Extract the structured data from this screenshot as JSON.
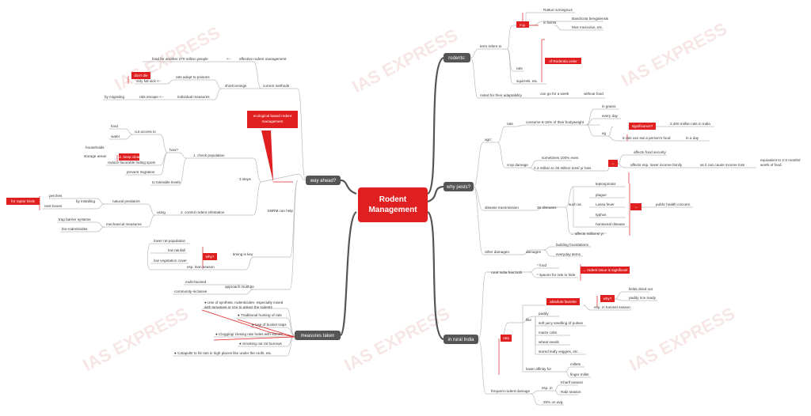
{
  "watermark": "IAS EXPRESS",
  "central": {
    "line1": "Rodent",
    "line2": "Management"
  },
  "right": {
    "rodents": {
      "label": "rodents:",
      "term_refers_to": "term refers to",
      "eg": "e.g.",
      "rattus": "Rattus norvegicus",
      "in_farms": "in farms",
      "bandicota": "Bandicota bengalensis",
      "mus": "Mus musculus, etc.",
      "rats": "rats",
      "squirrels": "squirrels, etc.",
      "of_order": "of Rodentia order",
      "noted": "noted for their adaptability",
      "can_go": "can go for a week",
      "without_food": "without food"
    },
    "why_pests": {
      "label": "why pests?",
      "agri": "agri:",
      "rats": "rats",
      "consume": "consume 8-15% of their bodyweight",
      "in_grains": "in grains",
      "every_day": "every day",
      "eg": "eg",
      "significance": "significance?",
      "million_rats": "2,400 million rats in India",
      "six_rats": "6 rats can eat a person's food",
      "in_a_day": "in a day",
      "crop_damage": "crop damage",
      "sometimes": "sometimes 100% even",
      "loss": "2.4 million to 26 million tons/ yr loss",
      "arrow": "→",
      "food_security": "affects food security",
      "low_income": "affects esp. lower income family",
      "cause_loss": "as it can cause income loss",
      "equivalent": "equivalent to 2-3 months' worth of food",
      "disease": "disease transmission",
      "diseases_count": "35 diseases",
      "such_as": "such as",
      "d1": "leptospirosis",
      "d2": "plague",
      "d3": "Lassa fever",
      "d4": "typhus",
      "d5": "hantaviral disease",
      "millions": "→ affects millions/ yr",
      "public_health": "public health concern",
      "other": "other damages:",
      "damages": "damages",
      "buildings": "building foundations",
      "everyday": "everyday items"
    },
    "rural": {
      "label": "in rural India",
      "has_both": "rural India has both",
      "food": "* food",
      "spaces": "* spaces for rats to hide",
      "significant": "→ rodent issue is significant",
      "rats": "rats",
      "absolute": "absolute favorite",
      "why": "why?",
      "fields_dried": "fields dried out",
      "paddy_ready": "paddy rice ready",
      "esp_harvest": "esp. in harvest season",
      "like": "like",
      "paddy": "paddy",
      "soft_juicy": "soft juicy seedling of pulses",
      "maize": "maize cobs",
      "wheat": "wheat seeds",
      "stored": "stored leafy veggies, etc.",
      "lower_affinity": "lower affinity for",
      "millets": "millets",
      "finger": "finger millet",
      "frequent": "frequent rodent damage",
      "esp_in": "esp. in",
      "kharif": "Kharif season",
      "rabi": "Rabi season",
      "avg": "25% on avg."
    }
  },
  "left": {
    "way": {
      "label": "way ahead?",
      "current": "current methods",
      "effective": "effective rodent management",
      "arrow": "<--",
      "food_another": "food for another 270 million people",
      "shortcomings": "shortcomings",
      "rats_adapt": "rats adapt to poisons",
      "dont_die": "don't die",
      "only_fall": "only fall sick <--",
      "individual": "individual measures",
      "rats_escape": "rats escape <--",
      "migrating": "by migrating",
      "ebrm_box": "ecological based rodent management",
      "ebrm": "EBRM can help",
      "steps": "3 steps",
      "check": "1. check population",
      "how": "how?",
      "cut_access": "cut access to",
      "food": "food",
      "water": "water",
      "households": "households",
      "storage": "storage areas",
      "keep_clean": "i.e. keep clean",
      "reduce_hiding": "reduce favorable hiding spots",
      "prevent": "prevent migration",
      "tolerable": "to tolerable levels",
      "control": "2. control rodent infestation",
      "using": "using",
      "natural": "natural predators",
      "by_installing": "by installing",
      "perches": "perches",
      "nest_boxes": "nest boxes",
      "raptor": "for raptor birds",
      "mechanical": "mechanical measures",
      "trap_barrier": "trap barrier systems",
      "bio_rodenticides": "bio-rodenticides",
      "timing": "timing is key",
      "lower_pop": "lower rat population",
      "low_rain": "low rainfall",
      "low_veg": "low vegetation cover",
      "why": "why?",
      "lean": "esp. lean season",
      "approach": "approach must be",
      "multi": "multi-faceted",
      "community": "community-inclusive"
    },
    "measures": {
      "label": "measures taken",
      "m1a": "● Use of synthetic rodenticides- especially mixed",
      "m1b": "with tomatoes or rice to attract the rodents",
      "m2": "● Traditional hunting of rats",
      "m3": "● Use of bucket traps",
      "m4": "● Clogging/ closing rate holes with stones",
      "m5": "● Smoking out rat burrows",
      "m6": "● Catapults to hit rats in high places like under the roofs, etc."
    }
  }
}
